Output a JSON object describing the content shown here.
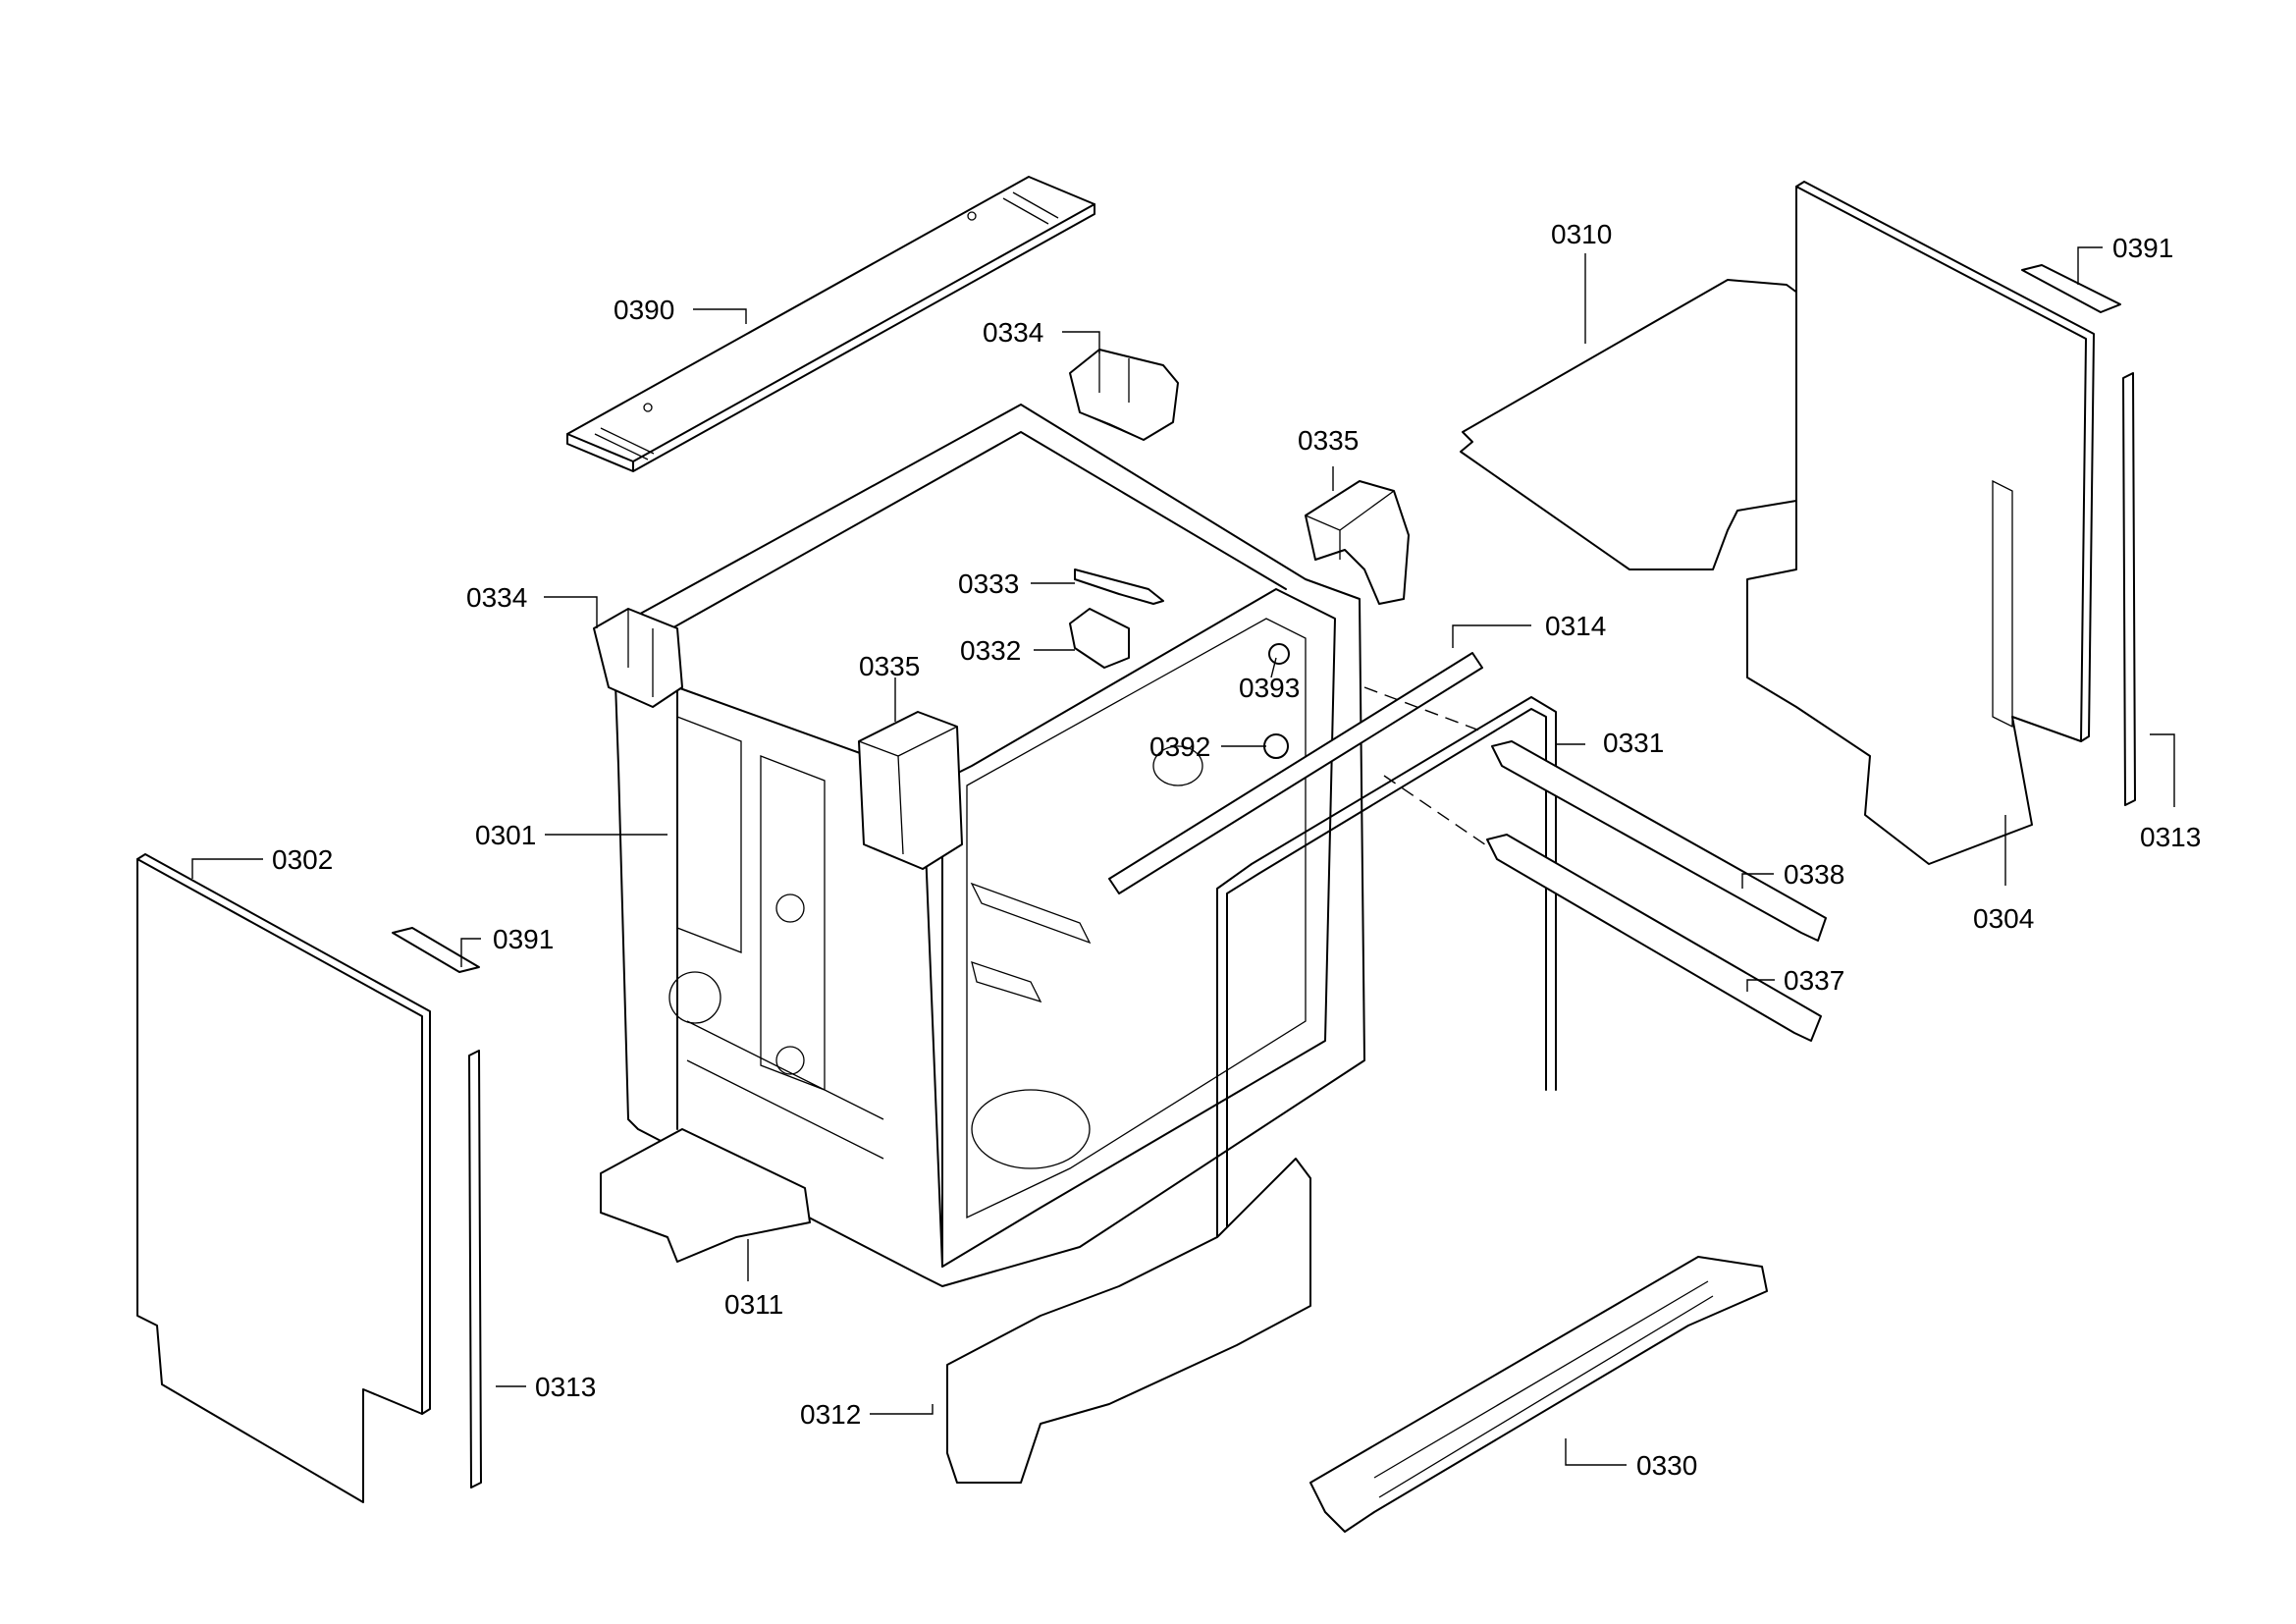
{
  "labels": {
    "l0390": "0390",
    "l0334a": "0334",
    "l0334b": "0334",
    "l0335a": "0335",
    "l0335b": "0335",
    "l0333": "0333",
    "l0332": "0332",
    "l0393": "0393",
    "l0392": "0392",
    "l0314": "0314",
    "l0331": "0331",
    "l0301": "0301",
    "l0302": "0302",
    "l0391a": "0391",
    "l0391b": "0391",
    "l0313a": "0313",
    "l0313b": "0313",
    "l0311": "0311",
    "l0312": "0312",
    "l0330": "0330",
    "l0310": "0310",
    "l0304": "0304",
    "l0338": "0338",
    "l0337": "0337"
  }
}
